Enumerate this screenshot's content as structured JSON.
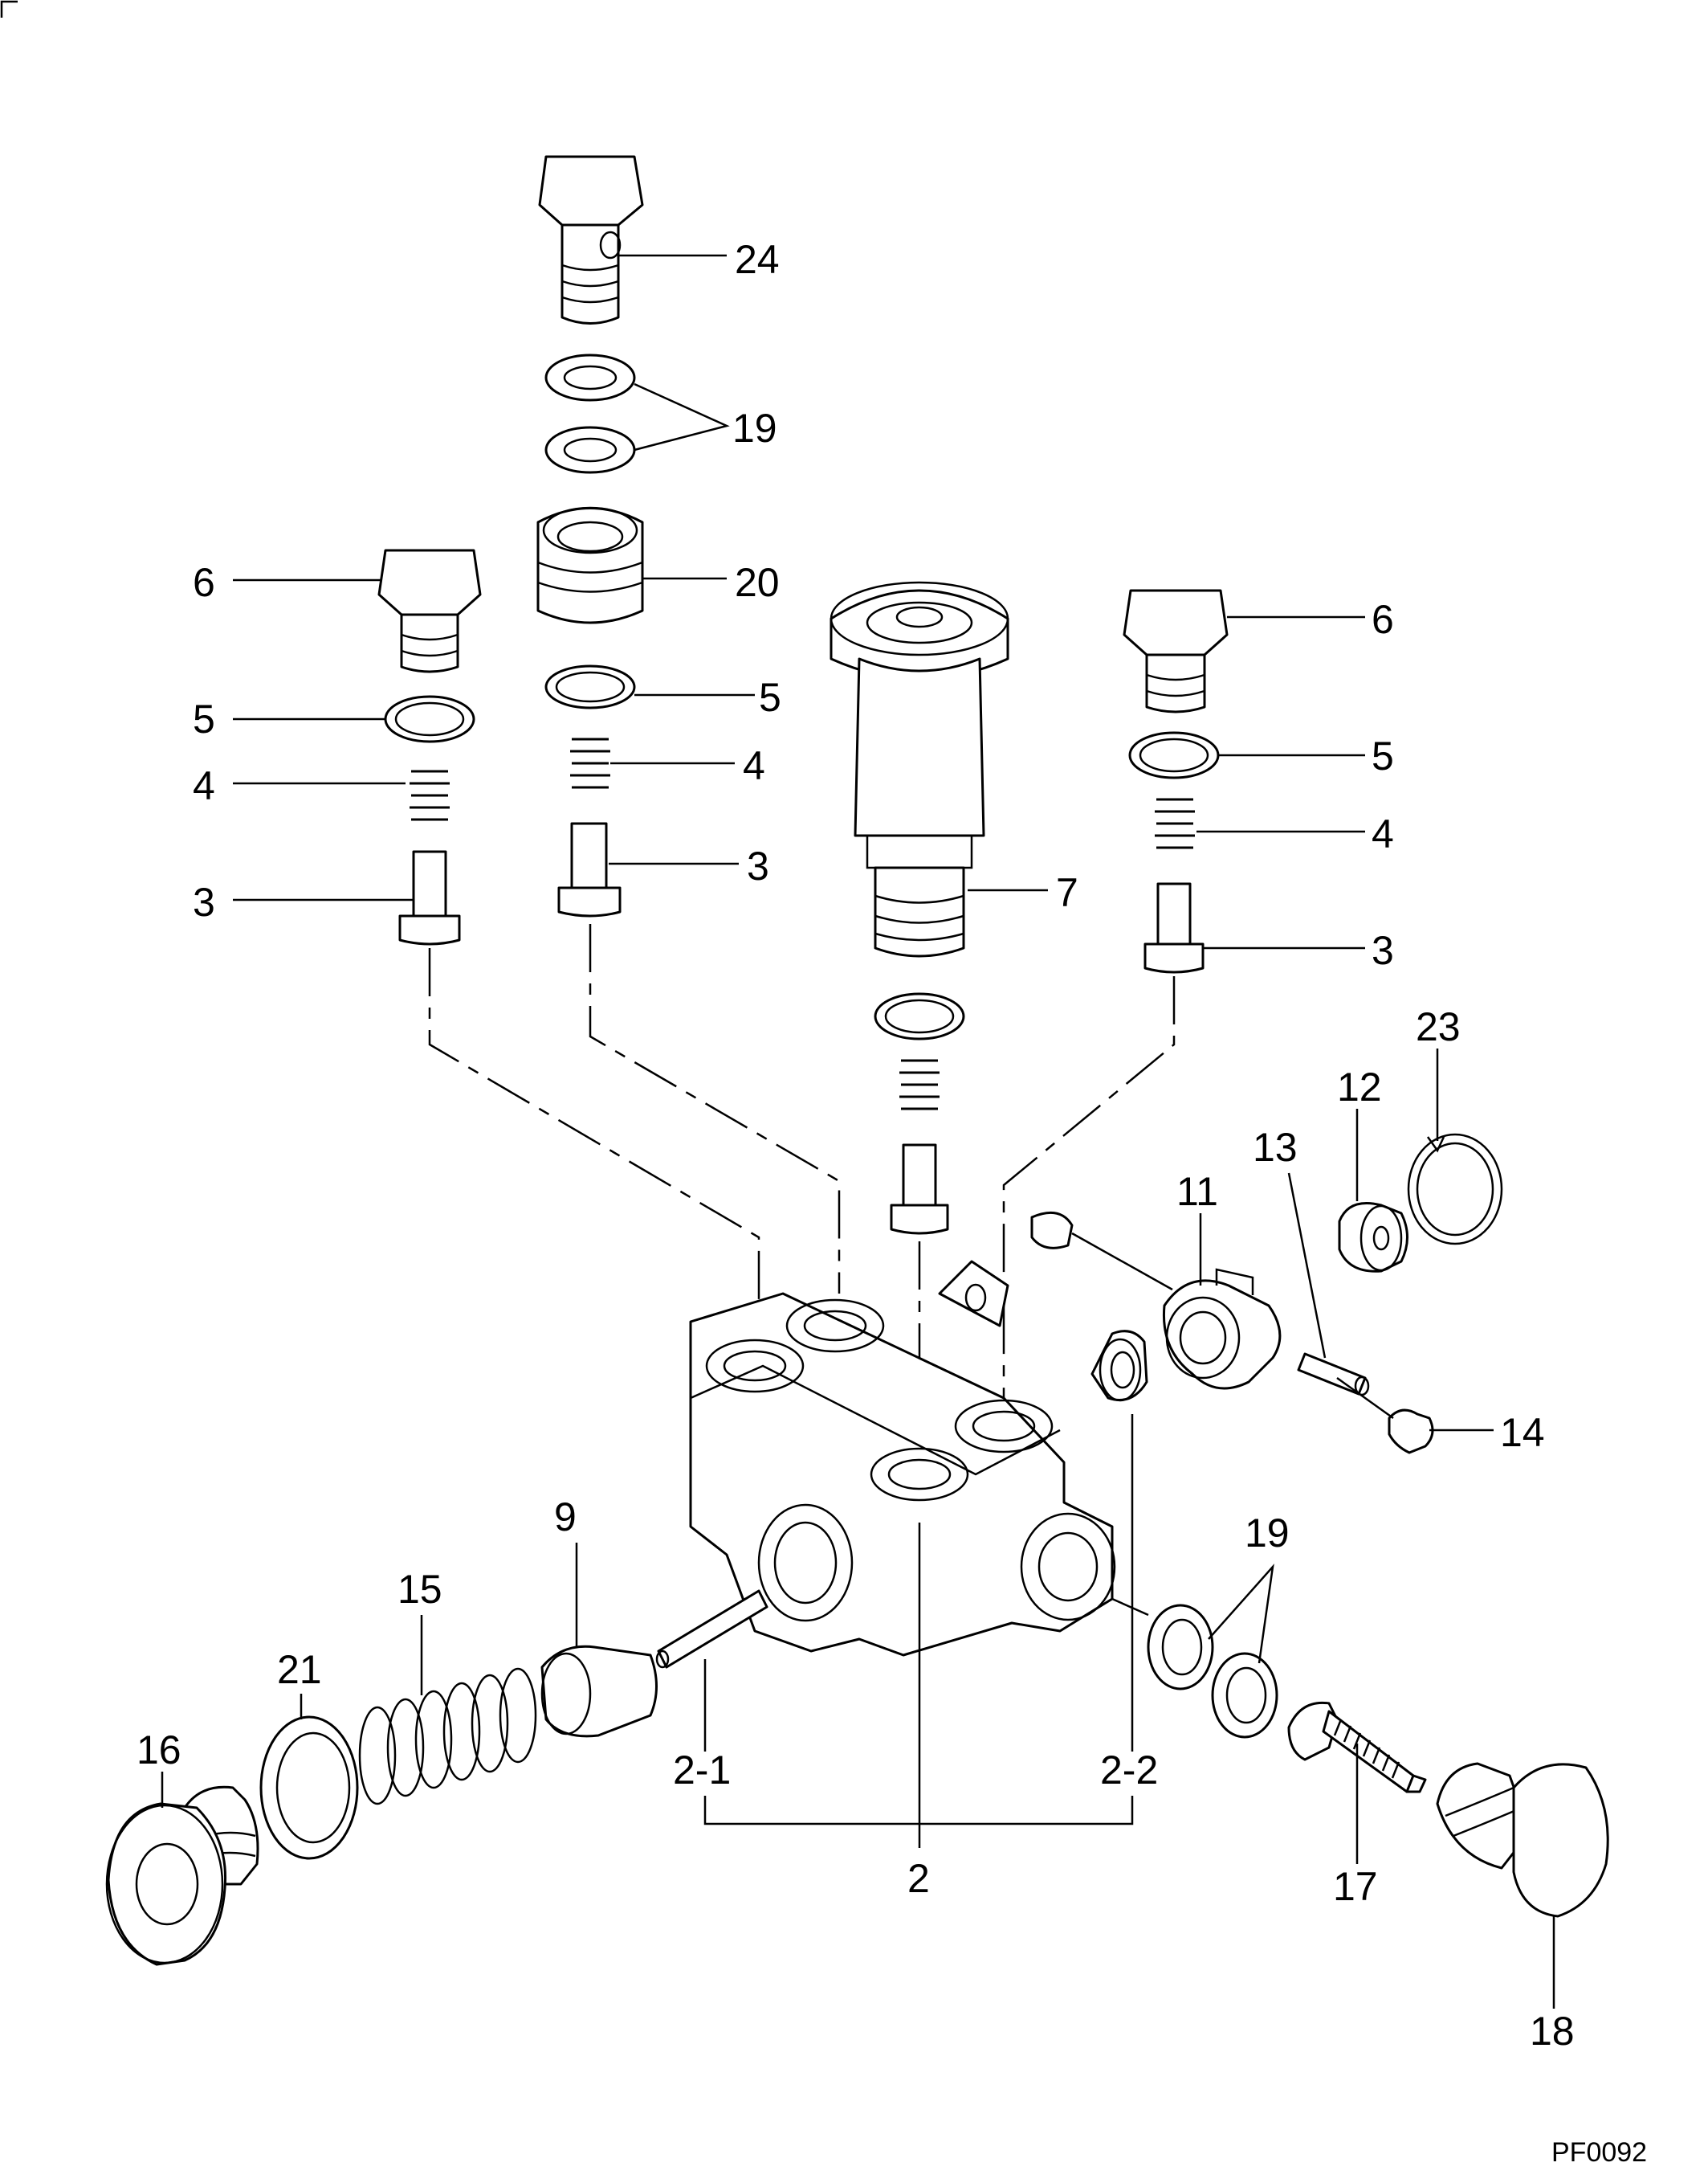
{
  "drawing_code": "PF0092",
  "callouts": {
    "c24": "24",
    "c19_top": "19",
    "c20": "20",
    "c6_left": "6",
    "c6_right": "6",
    "c5_left": "5",
    "c5_mid": "5",
    "c5_right": "5",
    "c4_left": "4",
    "c4_mid": "4",
    "c4_right": "4",
    "c3_left": "3",
    "c3_mid": "3",
    "c3_right": "3",
    "c7": "7",
    "c23": "23",
    "c12": "12",
    "c13": "13",
    "c11": "11",
    "c14": "14",
    "c9": "9",
    "c15": "15",
    "c21": "21",
    "c16": "16",
    "c19_bottom": "19",
    "c2_1": "2-1",
    "c2_2": "2-2",
    "c2": "2",
    "c17": "17",
    "c18": "18"
  }
}
